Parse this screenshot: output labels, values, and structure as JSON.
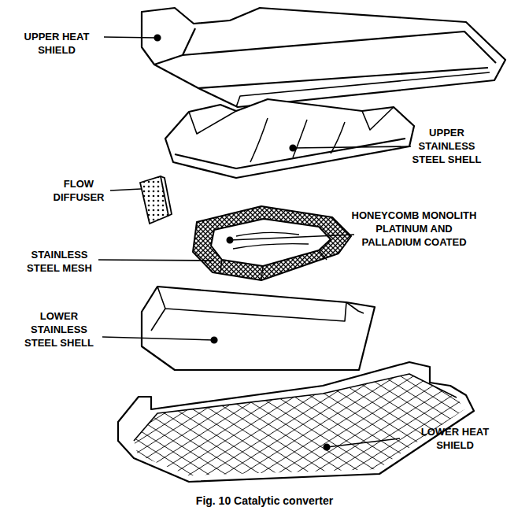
{
  "diagram": {
    "caption": "Fig. 10 Catalytic converter",
    "labels": [
      "UPPER HEAT SHIELD",
      "UPPER STAINLESS STEEL SHELL",
      "FLOW DIFFUSER",
      "HONEYCOMB MONOLITH PLATINUM AND PALLADIUM COATED",
      "STAINLESS STEEL MESH",
      "LOWER STAINLESS STEEL SHELL",
      "LOWER HEAT SHIELD"
    ]
  }
}
